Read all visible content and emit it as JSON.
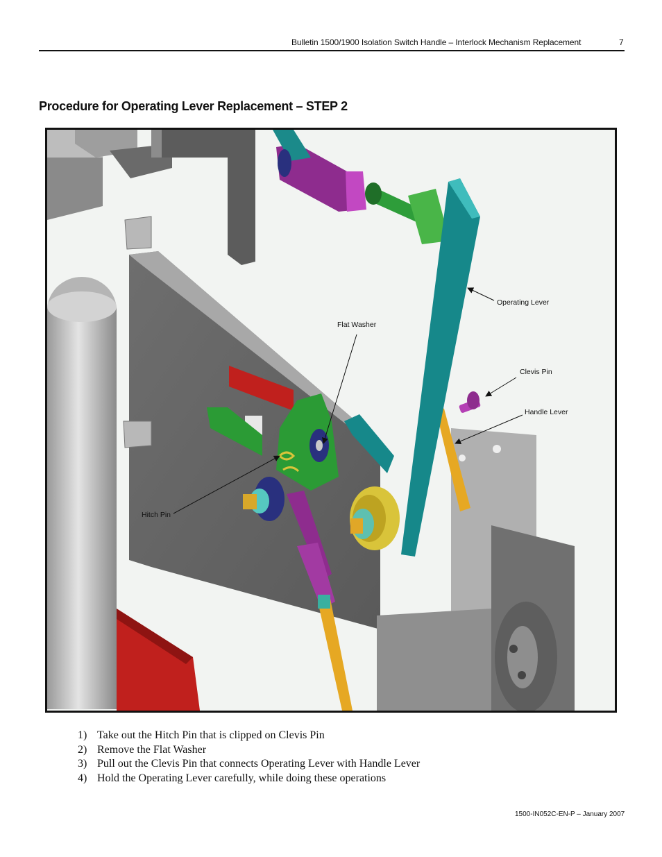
{
  "header": {
    "title": "Bulletin 1500/1900 Isolation Switch Handle – Interlock Mechanism Replacement",
    "page_number": "7"
  },
  "section_title": "Procedure for Operating Lever Replacement – STEP 2",
  "figure": {
    "callouts": {
      "operating_lever": "Operating Lever",
      "flat_washer": "Flat Washer",
      "clevis_pin": "Clevis Pin",
      "handle_lever": "Handle Lever",
      "hitch_pin": "Hitch Pin"
    }
  },
  "steps": [
    {
      "num": "1)",
      "text": "Take out the Hitch Pin that is clipped on Clevis Pin"
    },
    {
      "num": "2)",
      "text": "Remove the Flat Washer"
    },
    {
      "num": "3)",
      "text": "Pull out the Clevis Pin that connects Operating Lever with Handle Lever"
    },
    {
      "num": "4)",
      "text": "Hold the Operating Lever carefully, while doing these operations"
    }
  ],
  "footer": "1500-IN052C-EN-P – January 2007"
}
